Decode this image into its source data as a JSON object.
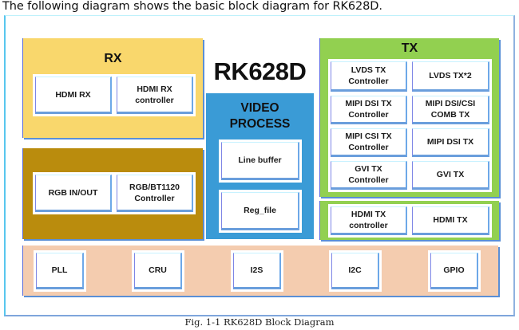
{
  "intro_text": "The following diagram shows the basic block diagram for RK628D.",
  "caption": "Fig. 1-1 RK628D Block Diagram",
  "colors": {
    "rx": "#F9D76C",
    "rgb": "#BA8C0D",
    "video_process": "#3A9BD6",
    "tx": "#92D050",
    "peripherals": "#F4CCAF",
    "frame_border": "#58C6EE"
  },
  "diagram": {
    "chip_name": "RK628D",
    "rx": {
      "title": "RX",
      "blocks": [
        "HDMI RX",
        "HDMI RX\ncontroller"
      ]
    },
    "rgb": {
      "blocks": [
        "RGB IN/OUT",
        "RGB/BT1120\nController"
      ]
    },
    "video_process": {
      "title": "VIDEO\nPROCESS",
      "blocks": [
        "Line buffer",
        "Reg_file"
      ]
    },
    "tx": {
      "title": "TX",
      "blocks": [
        "LVDS TX\nController",
        "LVDS TX*2",
        "MIPI DSI TX\nController",
        "MIPI DSI/CSI\nCOMB TX",
        "MIPI CSI TX\nController",
        "MIPI DSI TX",
        "GVI TX\nController",
        "GVI TX"
      ]
    },
    "hdmi_tx": {
      "blocks": [
        "HDMI TX\ncontroller",
        "HDMI TX"
      ]
    },
    "peripherals": {
      "blocks": [
        "PLL",
        "CRU",
        "I2S",
        "I2C",
        "GPIO"
      ]
    }
  }
}
